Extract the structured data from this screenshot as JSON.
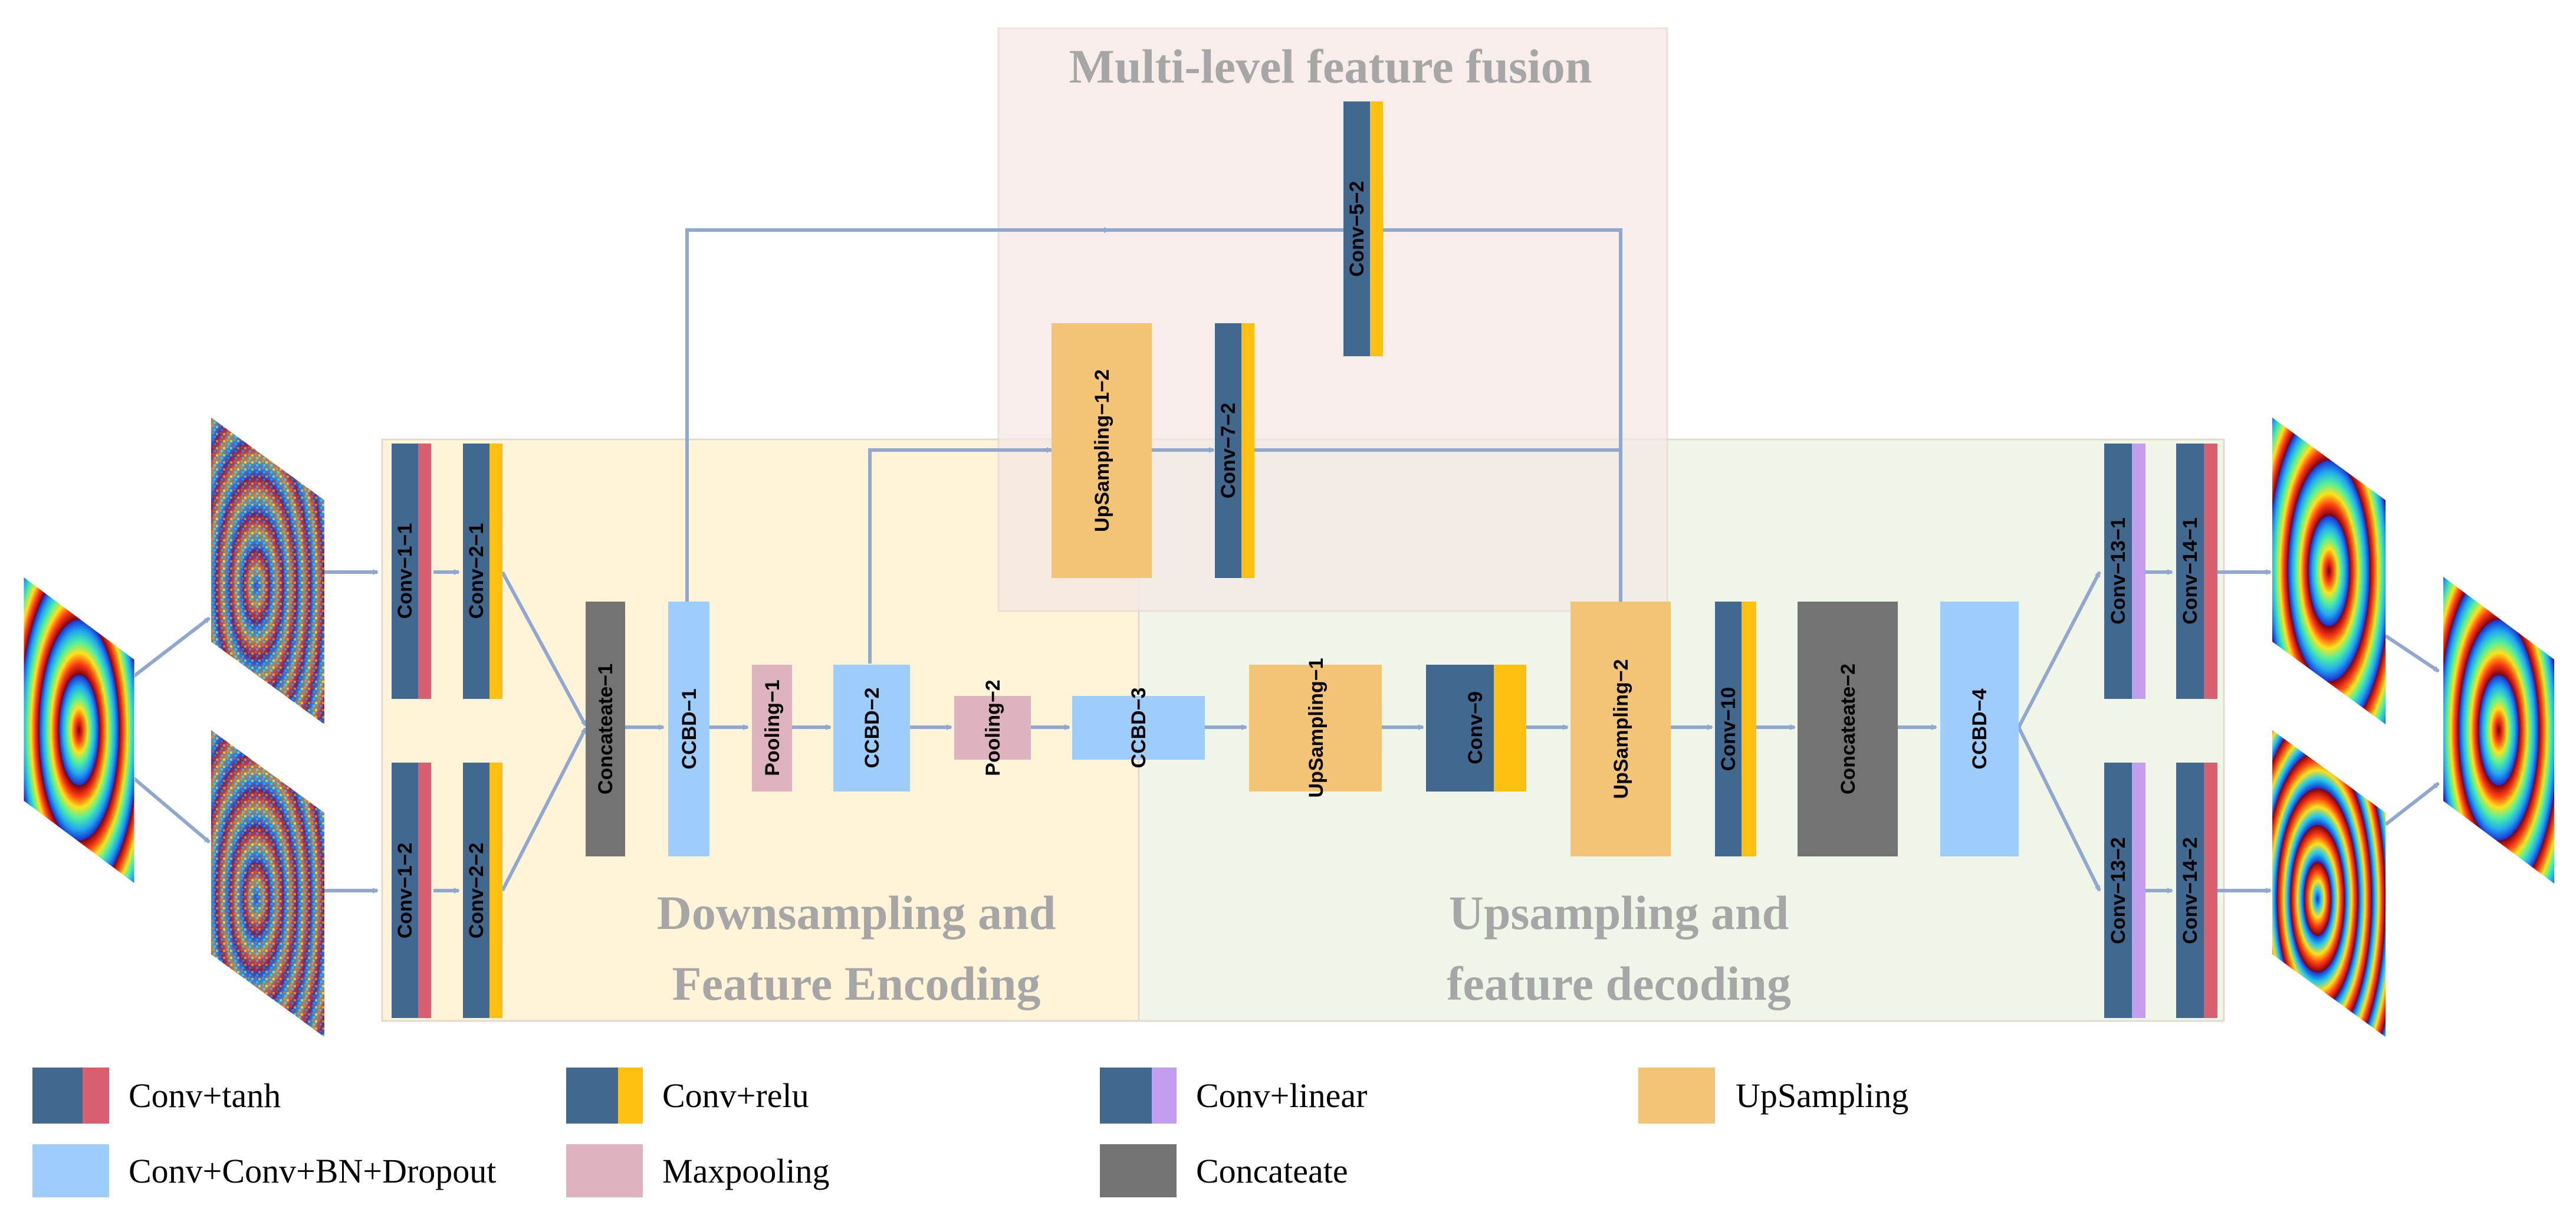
{
  "colors": {
    "conv": "#41698f",
    "tanh": "#d75f70",
    "relu": "#fdbf10",
    "linear": "#c49df0",
    "ccbd": "#9dcdfa",
    "pool": "#dfb2bf",
    "upsampling": "#f3c475",
    "concat": "#737373",
    "arrow": "#90a7d0",
    "region_encoding": "#fff4d8",
    "region_decoding": "#eff6e7",
    "region_fusion": "#f5e8e5",
    "region_title": "#a6a6a6"
  },
  "regions": {
    "fusion": "Multi-level feature fusion",
    "encoding": [
      "Downsampling and",
      "Feature Encoding"
    ],
    "decoding": [
      "Upsampling and",
      "feature decoding"
    ]
  },
  "blocks": {
    "conv_1_1": "Conv−1−1",
    "conv_1_2": "Conv−1−2",
    "conv_2_1": "Conv−2−1",
    "conv_2_2": "Conv−2−2",
    "concateate_1": "Concateate−1",
    "ccbd_1": "CCBD−1",
    "pooling_1": "Pooling−1",
    "ccbd_2": "CCBD−2",
    "pooling_2": "Pooling−2",
    "ccbd_3": "CCBD−3",
    "upsampling_1": "UpSampling−1",
    "conv_9": "Conv−9",
    "upsampling_2": "UpSampling−2",
    "conv_10": "Conv−10",
    "concateate_2": "Concateate−2",
    "ccbd_4": "CCBD−4",
    "conv_13_1": "Conv−13−1",
    "conv_13_2": "Conv−13−2",
    "conv_14_1": "Conv−14−1",
    "conv_14_2": "Conv−14−2",
    "upsampling_1_2": "UpSampling−1−2",
    "conv_7_2": "Conv−7−2",
    "conv_5_2": "Conv−5−2"
  },
  "legend": {
    "conv_tanh": "Conv+tanh",
    "conv_relu": "Conv+relu",
    "conv_linear": "Conv+linear",
    "upsampling": "UpSampling",
    "ccbd": "Conv+Conv+BN+Dropout",
    "maxpooling": "Maxpooling",
    "concateate": "Concateate"
  },
  "images": {
    "input": "input-fringe-pattern",
    "branch_top_in": "input-branch-top",
    "branch_bottom_in": "input-branch-bottom",
    "branch_top_out": "output-branch-top",
    "branch_bottom_out": "output-branch-bottom",
    "output": "output-fringe-pattern"
  }
}
